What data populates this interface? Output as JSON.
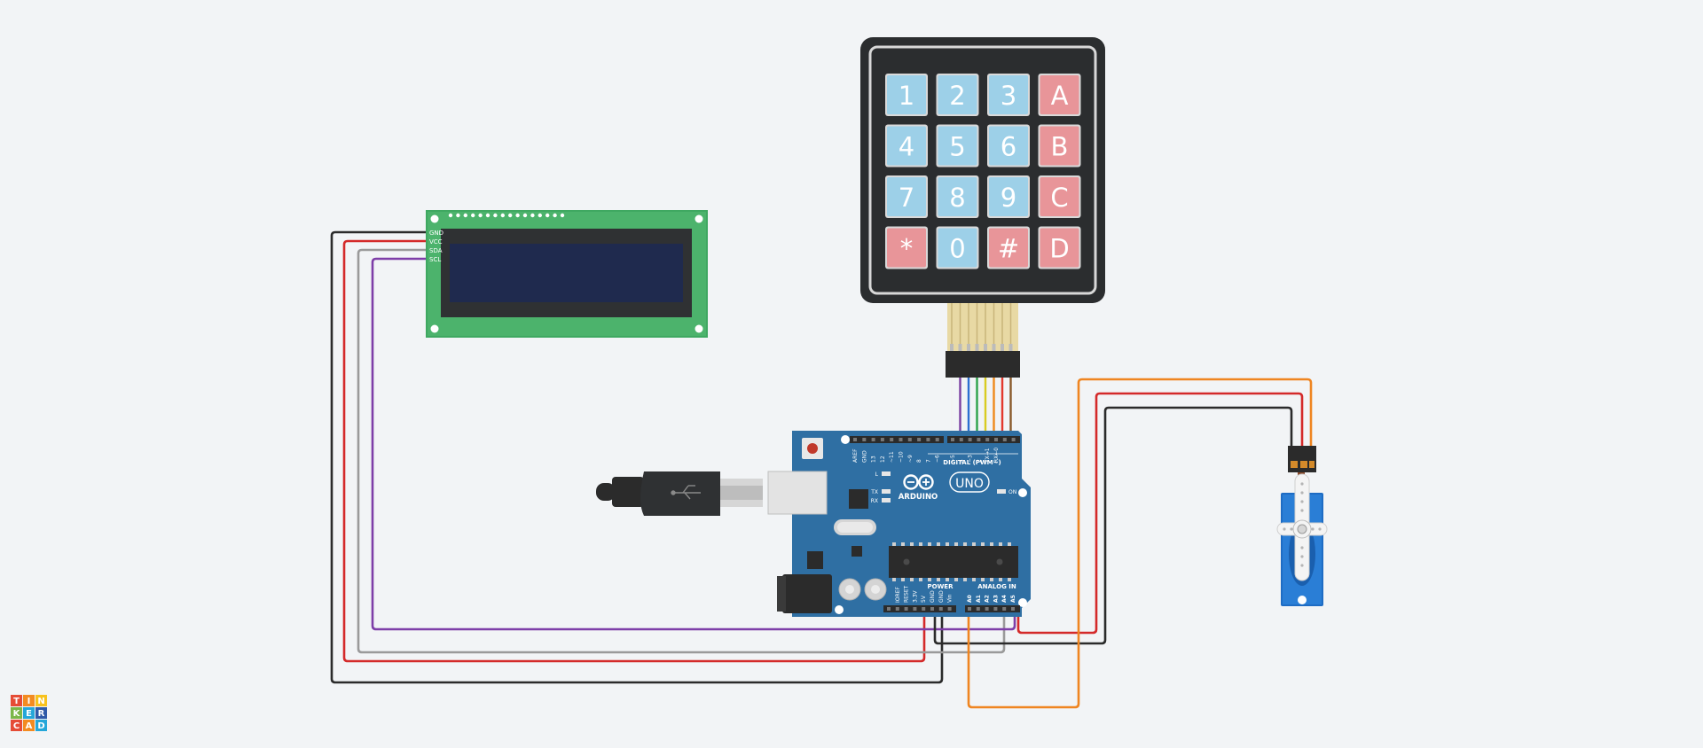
{
  "app": {
    "logo_letters": [
      "T",
      "I",
      "N",
      "K",
      "E",
      "R",
      "C",
      "A",
      "D"
    ],
    "logo_colors": [
      "#e54c36",
      "#f38b21",
      "#f7c21e",
      "#7ab648",
      "#25a7d9",
      "#2f5aa8",
      "#e54c36",
      "#f38b21",
      "#25a7d9"
    ]
  },
  "keypad": {
    "keys": [
      {
        "label": "1",
        "type": "digit"
      },
      {
        "label": "2",
        "type": "digit"
      },
      {
        "label": "3",
        "type": "digit"
      },
      {
        "label": "A",
        "type": "letter"
      },
      {
        "label": "4",
        "type": "digit"
      },
      {
        "label": "5",
        "type": "digit"
      },
      {
        "label": "6",
        "type": "digit"
      },
      {
        "label": "B",
        "type": "letter"
      },
      {
        "label": "7",
        "type": "digit"
      },
      {
        "label": "8",
        "type": "digit"
      },
      {
        "label": "9",
        "type": "digit"
      },
      {
        "label": "C",
        "type": "letter"
      },
      {
        "label": "*",
        "type": "letter"
      },
      {
        "label": "0",
        "type": "digit"
      },
      {
        "label": "#",
        "type": "letter"
      },
      {
        "label": "D",
        "type": "letter"
      }
    ],
    "colors": {
      "digit": "#9dd0e8",
      "letter": "#e89599",
      "frame": "#2b2d2f"
    },
    "ribbon_colors": [
      "#f2f2f2",
      "#7b3fa0",
      "#2d6fd1",
      "#2ea34a",
      "#d9cc22",
      "#ef8a1d",
      "#e33a2e",
      "#8a5a2b"
    ]
  },
  "lcd": {
    "pins": [
      "GND",
      "VCC",
      "SDA",
      "SCL"
    ]
  },
  "arduino": {
    "brand": "ARDUINO",
    "model": "UNO",
    "digital_label": "DIGITAL (PWM~)",
    "power_label": "POWER",
    "analog_label": "ANALOG IN",
    "on_label": "ON",
    "led_labels": [
      "L",
      "TX",
      "RX"
    ],
    "top_pins": [
      "AREF",
      "GND",
      "13",
      "12",
      "~11",
      "~10",
      "~9",
      "8",
      "7",
      "~6",
      "~5",
      "4",
      "~3",
      "2",
      "TX→1",
      "RX←0"
    ],
    "power_pins": [
      "IOREF",
      "RESET",
      "3.3V",
      "5V",
      "GND",
      "GND",
      "Vin"
    ],
    "analog_pins": [
      "A0",
      "A1",
      "A2",
      "A3",
      "A4",
      "A5"
    ]
  },
  "wires": {
    "colors": {
      "black": "#2b2b2b",
      "red": "#d42a2a",
      "gray": "#9a9a9a",
      "purple": "#7e3ea8",
      "orange": "#ef8521"
    }
  }
}
